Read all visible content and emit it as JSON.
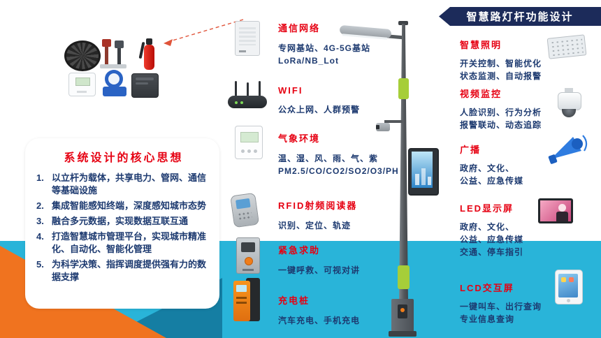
{
  "banner": {
    "title": "智慧路灯杆功能设计"
  },
  "bubble": {
    "title": "系统设计的核心思想",
    "items": [
      {
        "num": "1.",
        "text": "以立杆为载体，共享电力、管网、通信等基础设施"
      },
      {
        "num": "2.",
        "text": "集成智能感知终端，深度感知城市态势"
      },
      {
        "num": "3.",
        "text": "融合多元数据，实现数据互联互通"
      },
      {
        "num": "4.",
        "text": "打造智慧城市管理平台，实现城市精准化、自动化、智能化管理"
      },
      {
        "num": "5.",
        "text": "为科学决策、指挥调度提供强有力的数据支撑"
      }
    ]
  },
  "middle": {
    "sections": [
      {
        "title": "通信网络",
        "icon": "base-station-icon",
        "lines": [
          "专网基站、4G-5G基站",
          "LoRa/NB_Lot"
        ]
      },
      {
        "title": "WIFI",
        "icon": "wifi-router-icon",
        "lines": [
          "公众上网、人群预警"
        ]
      },
      {
        "title": "气象环境",
        "icon": "weather-sensor-icon",
        "lines": [
          "温、湿、风、雨、气、紫",
          "PM2.5/CO/CO2/SO2/O3/PH"
        ]
      },
      {
        "title": "RFID射频阅读器",
        "icon": "rfid-reader-icon",
        "lines": [
          "识别、定位、轨迹"
        ]
      },
      {
        "title": "紧急求助",
        "icon": "emergency-intercom-icon",
        "lines": [
          "一键呼救、可视对讲"
        ]
      },
      {
        "title": "充电桩",
        "icon": "charging-pile-icon",
        "lines": [
          "汽车充电、手机充电"
        ]
      }
    ]
  },
  "right": {
    "sections": [
      {
        "title": "智慧照明",
        "icon": "led-light-icon",
        "lines": [
          "开关控制、智能优化",
          "状态监测、自动报警"
        ]
      },
      {
        "title": "视频监控",
        "icon": "dome-camera-icon",
        "lines": [
          "人脸识别、行为分析",
          "报警联动、动态追踪"
        ]
      },
      {
        "title": "广播",
        "icon": "megaphone-icon",
        "lines": [
          "政府、文化、",
          "公益、应急传媒"
        ]
      },
      {
        "title": "LED显示屏",
        "icon": "led-screen-icon",
        "lines": [
          "政府、文化、",
          "公益、应急传媒",
          "交通、停车指引"
        ]
      },
      {
        "title": "LCD交互屏",
        "icon": "tablet-icon",
        "lines": [
          "一键叫车、出行查询",
          "专业信息查询"
        ]
      }
    ]
  },
  "left_devices": {
    "icons": [
      "manhole-cover-icon",
      "signal-poles-icon",
      "fire-extinguisher-icon",
      "thermostat-icon",
      "water-meter-icon",
      "control-box-icon"
    ]
  },
  "pole": {
    "icon": "smart-lamp-pole-graphic"
  },
  "colors": {
    "accent_red": "#e60012",
    "text_navy": "#1d3a70",
    "banner_navy": "#1c2b5a",
    "cyan_band": "#29b4d9",
    "orange_triangle": "#f0731f",
    "teal_triangle": "#157ea3",
    "pole_green": "#a6ce39"
  }
}
